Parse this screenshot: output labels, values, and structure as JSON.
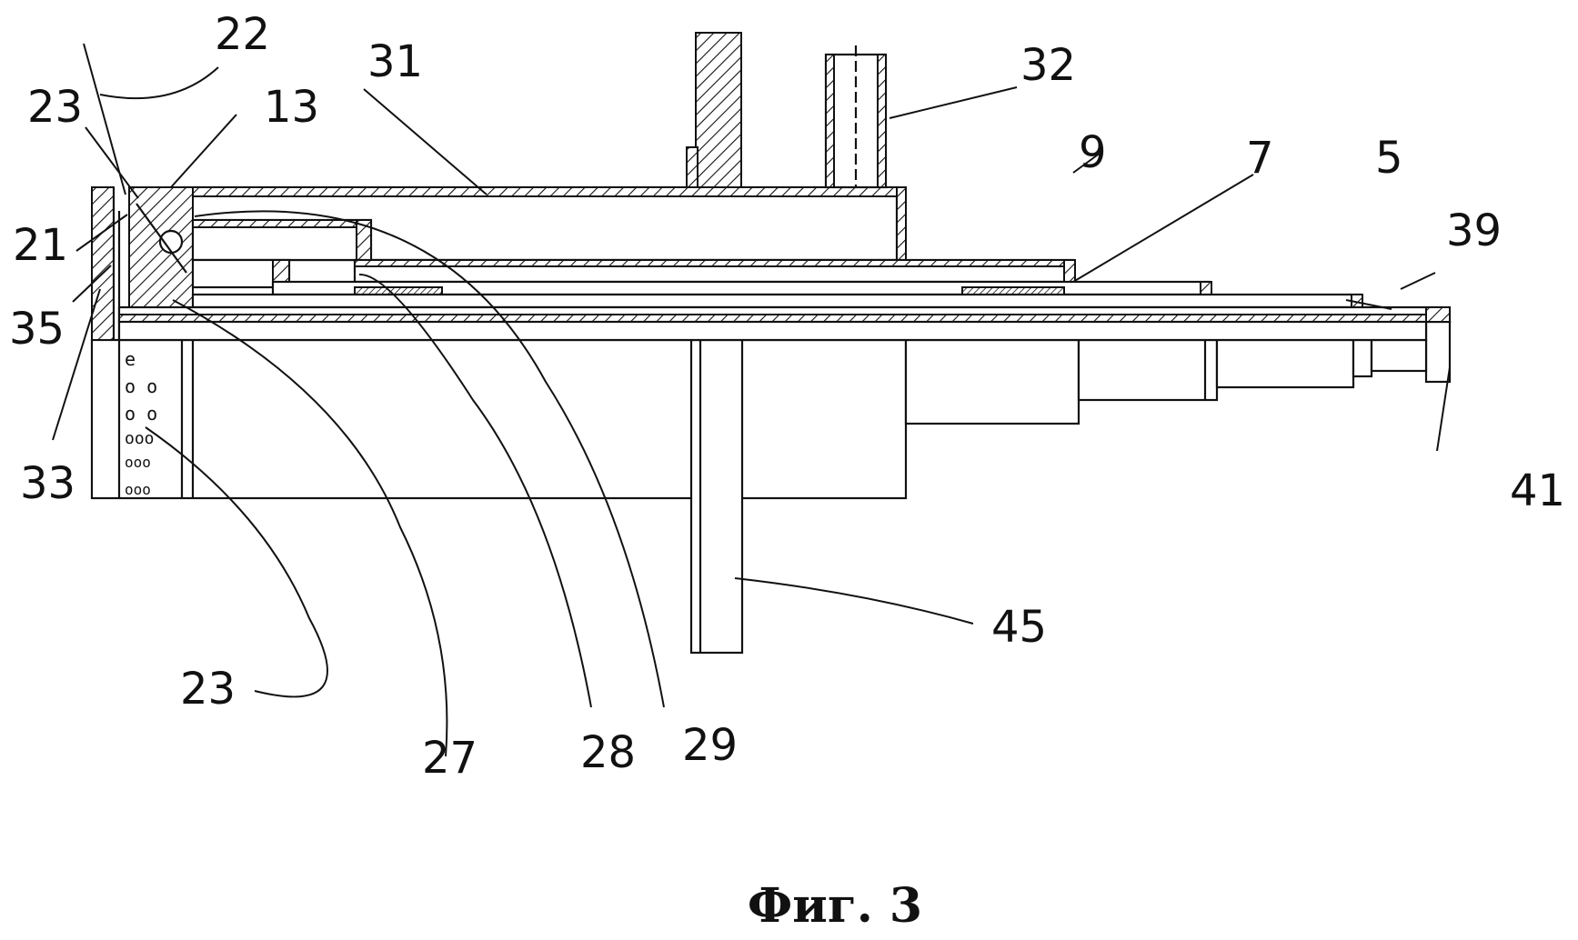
{
  "figure": {
    "caption": "Фиг. 3",
    "labels": {
      "l22": "22",
      "l31": "31",
      "l32": "32",
      "l23a": "23",
      "l13": "13",
      "l9": "9",
      "l7": "7",
      "l5": "5",
      "l39": "39",
      "l21": "21",
      "l35": "35",
      "l33": "33",
      "l41": "41",
      "l45": "45",
      "l23b": "23",
      "l27": "27",
      "l28": "28",
      "l29": "29"
    }
  }
}
